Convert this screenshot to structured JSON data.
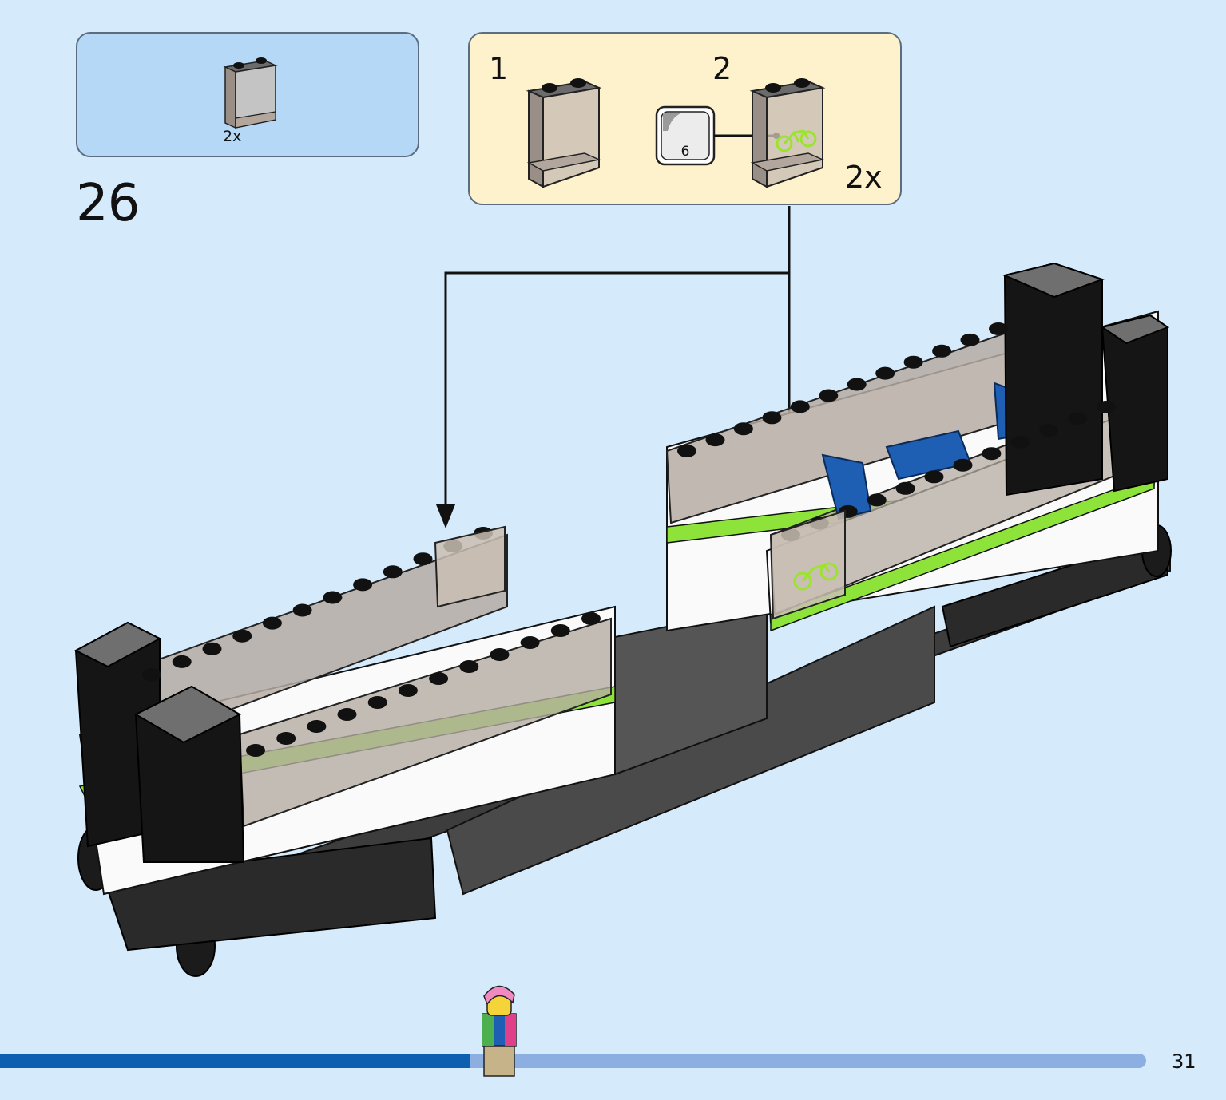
{
  "parts_list": {
    "items": [
      {
        "part": "transparent-panel",
        "quantity": "2x"
      }
    ]
  },
  "step": {
    "number": "26"
  },
  "sub_assembly": {
    "steps": [
      {
        "label": "1"
      },
      {
        "label": "2",
        "sticker": "6"
      }
    ],
    "multiplier": "2x"
  },
  "page": {
    "number": "31",
    "progress": 0.41
  },
  "colors": {
    "background": "#d5ebfb",
    "parts_box": "#b4d8f5",
    "sub_box": "#fdf2cc",
    "accent_green": "#8ee33a",
    "seat_blue": "#1f5fb3",
    "progress_done": "#0d5fb0",
    "progress_todo": "#8daee0"
  },
  "icons": [
    "transparent-panel-icon",
    "sticker-icon",
    "bicycle-icon",
    "minifigure-icon"
  ]
}
